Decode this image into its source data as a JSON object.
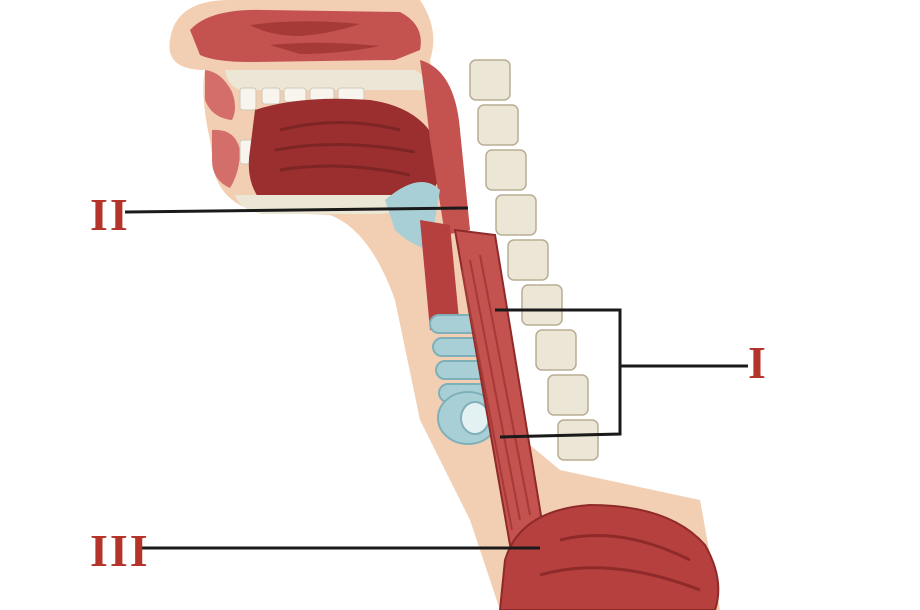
{
  "labels": {
    "one": "I",
    "two": "II",
    "three": "III"
  },
  "colors": {
    "label": "#b5342a",
    "leader_line": "#1a1a1a",
    "muscle": "#c4524f",
    "muscle_dark": "#8f2a2a",
    "cartilage": "#a9cfd6",
    "bone": "#ece6d6",
    "skin": "#f2cfb2"
  }
}
